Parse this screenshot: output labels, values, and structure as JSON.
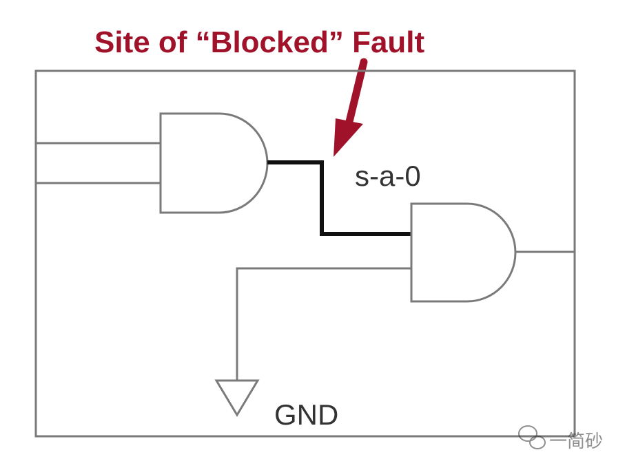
{
  "title": "Site of “Blocked” Fault",
  "fault_label": "s-a-0",
  "ground_label": "GND",
  "watermark": {
    "icon": "wechat-icon",
    "text": "一简砂"
  },
  "colors": {
    "title": "#a0122a",
    "arrow": "#a0122a",
    "wire": "#7a7a7a",
    "faulty_net": "#111111",
    "text": "#333333",
    "background": "#ffffff"
  }
}
